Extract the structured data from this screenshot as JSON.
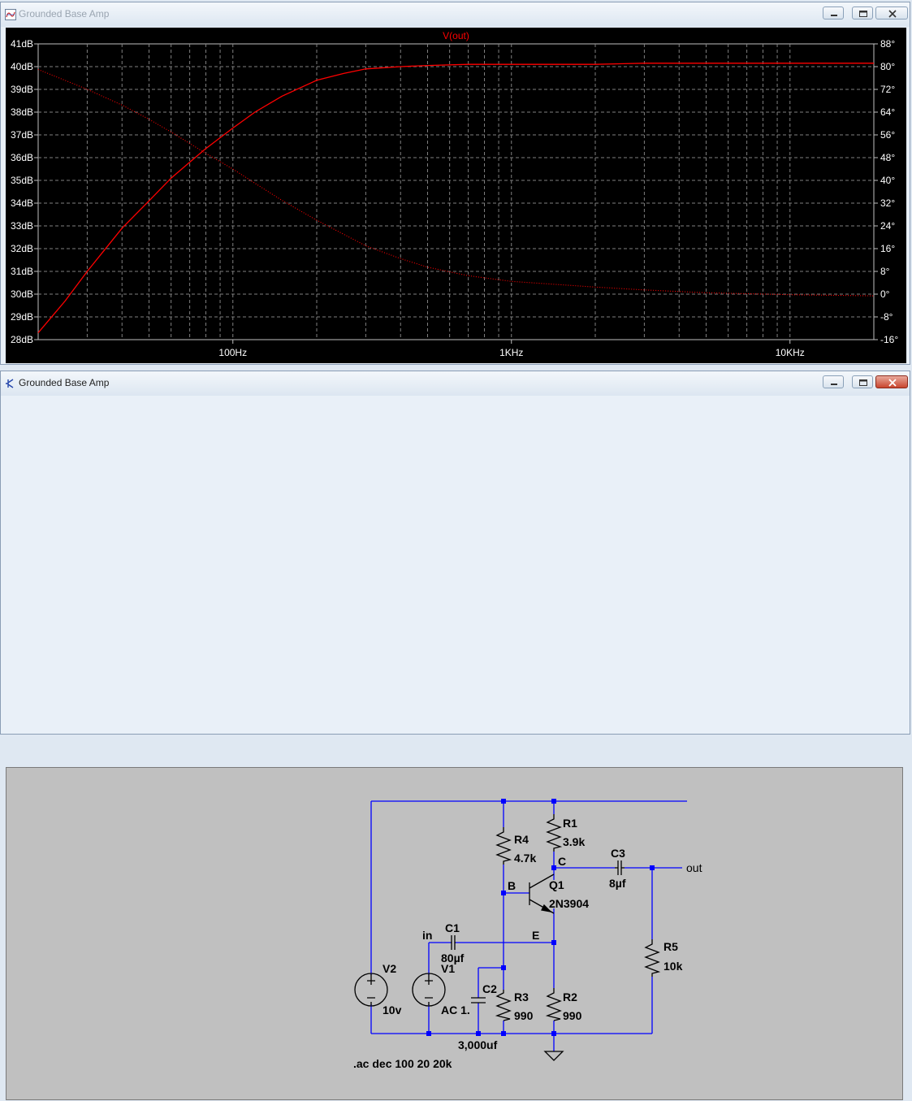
{
  "plot_window": {
    "title": "Grounded Base Amp",
    "controls": [
      "minimize-button",
      "maximize-button",
      "close-button"
    ]
  },
  "schematic_window": {
    "title": "Grounded Base Amp",
    "controls": [
      "minimize-button",
      "maximize-button",
      "close-button"
    ]
  },
  "colors": {
    "trace": "#ff0000",
    "grid": "#7f7f7f",
    "plot_bg": "#000000",
    "axis_text": "#ffffff",
    "wire": "#0000ff",
    "schematic_bg": "#c0c0c0"
  },
  "chart_data": {
    "type": "line",
    "title": "V(out)",
    "x_scale": "log",
    "xlim": [
      20,
      20000
    ],
    "x_tick_labels": [
      "100Hz",
      "1KHz",
      "10KHz"
    ],
    "x_ticks": [
      100,
      1000,
      10000
    ],
    "y_left_labels": [
      "41dB",
      "40dB",
      "39dB",
      "38dB",
      "37dB",
      "36dB",
      "35dB",
      "34dB",
      "33dB",
      "32dB",
      "31dB",
      "30dB",
      "29dB",
      "28dB"
    ],
    "ylim_left": [
      28,
      41
    ],
    "y_right_labels": [
      "88°",
      "80°",
      "72°",
      "64°",
      "56°",
      "48°",
      "40°",
      "32°",
      "24°",
      "16°",
      "8°",
      "0°",
      "-8°",
      "-16°"
    ],
    "ylim_right": [
      -16,
      88
    ],
    "series": [
      {
        "style": "solid",
        "axis": "left",
        "x": [
          20,
          25,
          30,
          40,
          50,
          60,
          70,
          80,
          100,
          120,
          150,
          200,
          250,
          300,
          400,
          500,
          700,
          1000,
          2000,
          3000,
          5000,
          10000,
          20000
        ],
        "y": [
          28.3,
          29.7,
          31.0,
          32.9,
          34.1,
          35.1,
          35.8,
          36.4,
          37.3,
          38.0,
          38.7,
          39.4,
          39.7,
          39.9,
          40.0,
          40.05,
          40.1,
          40.1,
          40.1,
          40.15,
          40.15,
          40.15,
          40.15
        ]
      },
      {
        "style": "dotted",
        "axis": "right",
        "x": [
          20,
          30,
          40,
          50,
          60,
          70,
          80,
          100,
          120,
          150,
          200,
          300,
          400,
          500,
          700,
          1000,
          2000,
          3000,
          5000,
          10000,
          20000
        ],
        "y": [
          79,
          72,
          66.5,
          61.5,
          57,
          53,
          49.5,
          44,
          39,
          33,
          26,
          17,
          12.5,
          9.5,
          6.5,
          4.5,
          2.5,
          1.5,
          0.5,
          -0.2,
          -0.6
        ]
      }
    ]
  },
  "schematic": {
    "labels": {
      "r1_name": "R1",
      "r1_value": "3.9k",
      "r4_name": "R4",
      "r4_value": "4.7k",
      "c3_name": "C3",
      "c3_value": "8µf",
      "out_net": "out",
      "c_node": "C",
      "b_node": "B",
      "e_node": "E",
      "q1_name": "Q1",
      "q1_model": "2N3904",
      "in_net": "in",
      "c1_name": "C1",
      "c1_value": "80µf",
      "r5_name": "R5",
      "r5_value": "10k",
      "v2_name": "V2",
      "v2_value": "10v",
      "v1_name": "V1",
      "v1_value": "AC 1.",
      "c2_name": "C2",
      "c2_value": "3,000uf",
      "r3_name": "R3",
      "r3_value": "990",
      "r2_name": "R2",
      "r2_value": "990"
    },
    "directive": ".ac dec 100 20 20k"
  }
}
